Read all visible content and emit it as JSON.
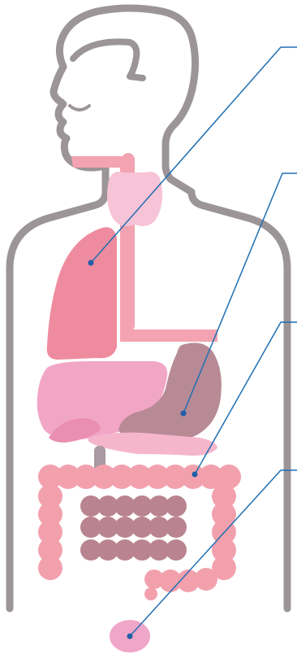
{
  "colors": {
    "background": "#ffffff",
    "outline": "#9c9598",
    "leader_line": "#1f6fb2",
    "leader_dot": "#1f5fa8",
    "esophagus": "#f3a3b1",
    "thyroid": "#f7c3d7",
    "lung": "#ef8b9e",
    "liver": "#f2a6c6",
    "liver_shade": "#ea8fb0",
    "stomach": "#b88a96",
    "pancreas": "#f5b6cc",
    "duodenum": "#a89aa0",
    "large_intestine": "#f3a0ad",
    "small_intestine": "#b9848f",
    "rectum_ball": "#f0a6c8"
  },
  "icons": [
    "head-outline-icon",
    "closed-eye-icon",
    "body-outline-icon"
  ],
  "organs": [
    "esophagus",
    "thyroid",
    "lung",
    "liver",
    "stomach",
    "pancreas",
    "large-intestine",
    "small-intestine",
    "rectum"
  ],
  "callouts": [
    "lung",
    "stomach",
    "large-intestine",
    "rectum"
  ]
}
